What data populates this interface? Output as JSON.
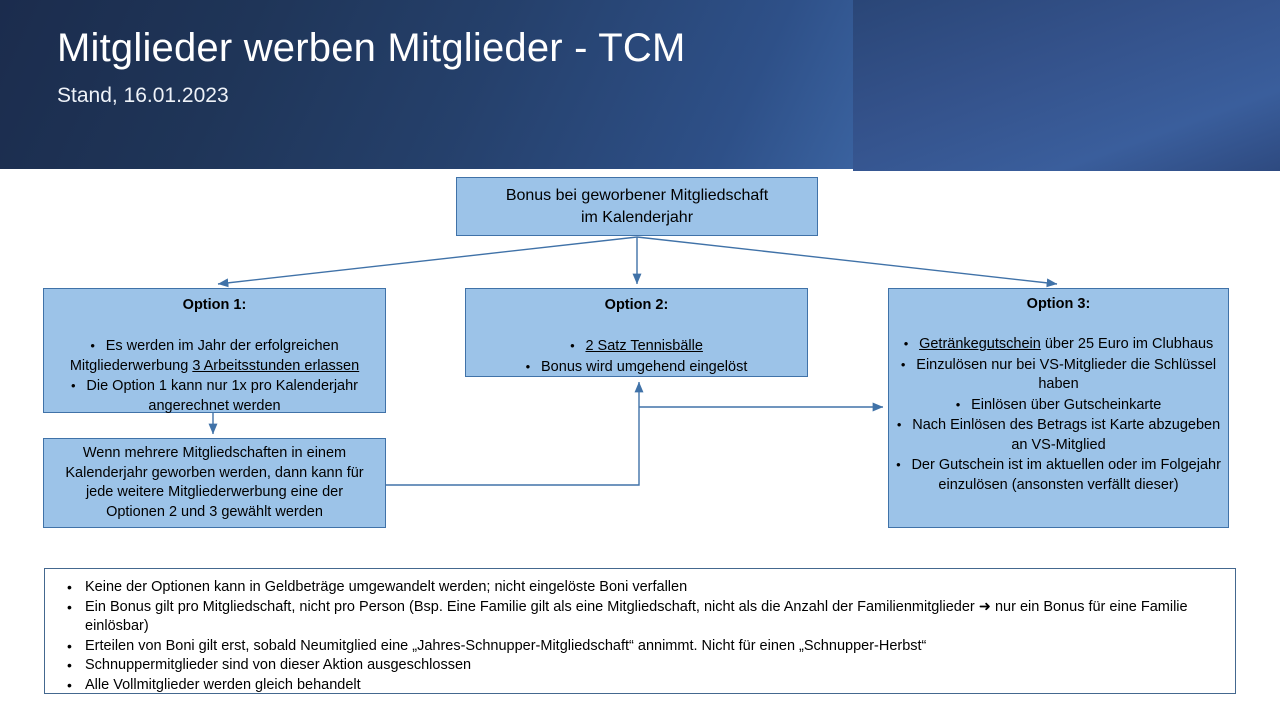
{
  "header": {
    "title": "Mitglieder werben Mitglieder - TCM",
    "subtitle": "Stand, 16.01.2023",
    "left_panel_color": "#23406e",
    "right_panel_color": "#34528b"
  },
  "diagram": {
    "node_fill_color": "#9cc3e8",
    "node_border_color": "#4072a8",
    "connector_color": "#4072a8",
    "top": {
      "line1": "Bonus bei geworbener Mitgliedschaft",
      "line2": "im Kalenderjahr"
    },
    "option1": {
      "title": "Option 1:",
      "bullets": [
        {
          "prefix": "Es werden im Jahr der erfolgreichen Mitgliederwerbung ",
          "underlined": "3 Arbeitsstunden erlassen",
          "suffix": ""
        },
        {
          "prefix": "Die Option 1 kann nur 1x pro Kalenderjahr angerechnet werden",
          "underlined": "",
          "suffix": ""
        }
      ]
    },
    "option2": {
      "title": "Option 2:",
      "bullets": [
        {
          "prefix": "",
          "underlined": "2 Satz Tennisbälle",
          "suffix": ""
        },
        {
          "prefix": "Bonus wird umgehend eingelöst",
          "underlined": "",
          "suffix": ""
        }
      ]
    },
    "option3": {
      "title": "Option 3:",
      "bullets": [
        {
          "prefix": "",
          "underlined": "Getränkegutschein",
          "suffix": " über 25 Euro im Clubhaus"
        },
        {
          "prefix": "Einzulösen nur bei VS-Mitglieder die Schlüssel haben",
          "underlined": "",
          "suffix": ""
        },
        {
          "prefix": "Einlösen über Gutscheinkarte",
          "underlined": "",
          "suffix": ""
        },
        {
          "prefix": "Nach Einlösen des Betrags ist Karte abzugeben an VS-Mitglied",
          "underlined": "",
          "suffix": ""
        },
        {
          "prefix": "Der Gutschein ist im aktuellen oder im Folgejahr einzulösen (ansonsten verfällt dieser)",
          "underlined": "",
          "suffix": ""
        }
      ]
    },
    "multi": {
      "line1": "Wenn mehrere Mitgliedschaften in einem",
      "line2": "Kalenderjahr geworben werden, dann kann für",
      "line3": "jede weitere Mitgliederwerbung eine der",
      "line4": "Optionen 2 und 3 gewählt werden"
    }
  },
  "notes": {
    "border_color": "#44688f",
    "items": [
      "Keine der Optionen kann in Geldbeträge umgewandelt werden; nicht eingelöste Boni verfallen",
      "Ein Bonus gilt pro Mitgliedschaft, nicht pro Person (Bsp. Eine Familie gilt als eine Mitgliedschaft, nicht als die Anzahl der Familienmitglieder ➜ nur ein Bonus für eine Familie einlösbar)",
      "Erteilen von Boni gilt erst, sobald Neumitglied eine „Jahres-Schnupper-Mitgliedschaft“ annimmt. Nicht für einen „Schnupper-Herbst“",
      "Schnuppermitglieder sind von dieser Aktion ausgeschlossen",
      "Alle Vollmitglieder werden gleich behandelt"
    ]
  }
}
